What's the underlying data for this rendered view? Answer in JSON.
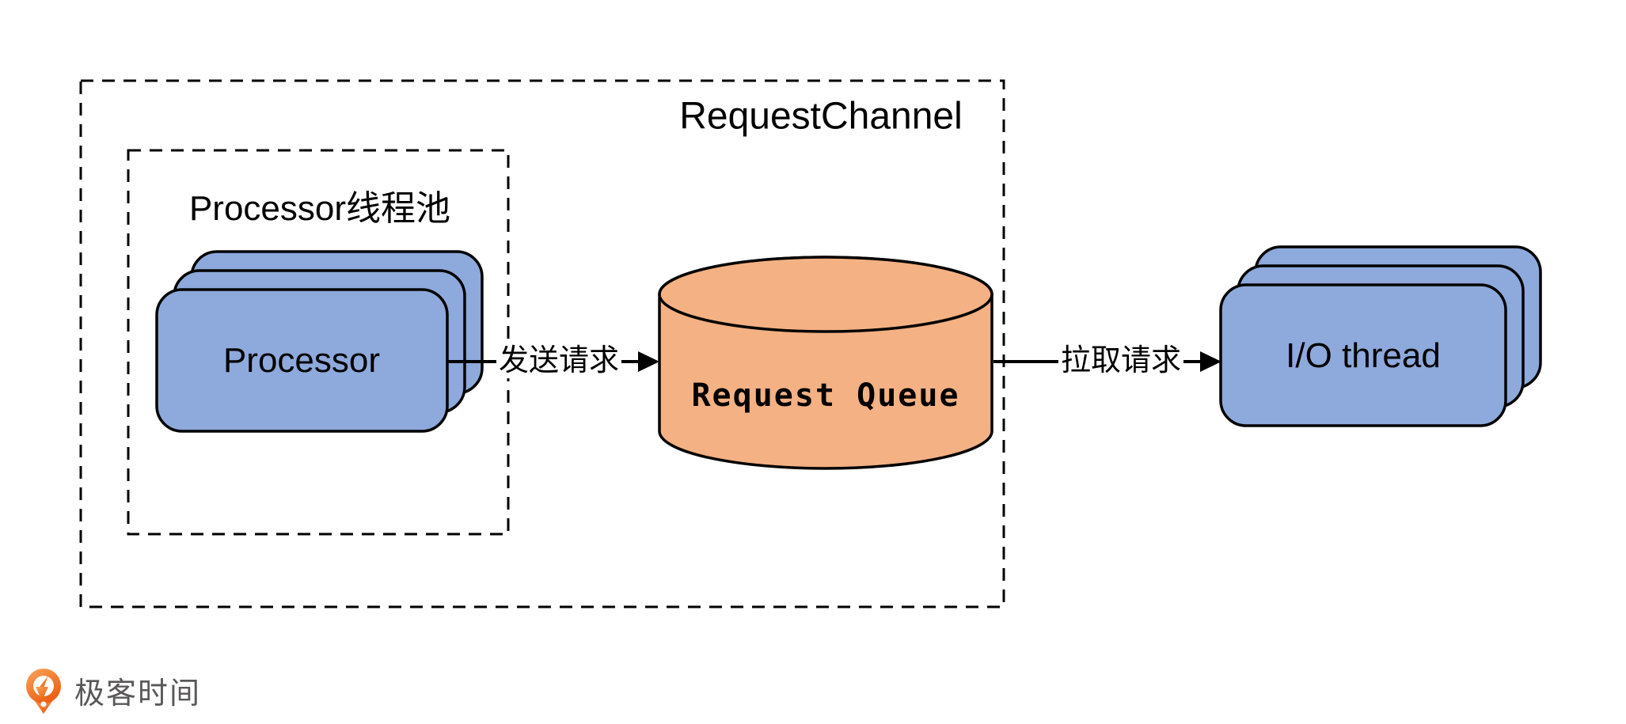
{
  "request_channel": {
    "title": "RequestChannel"
  },
  "processor_pool": {
    "title": "Processor线程池",
    "card_label": "Processor"
  },
  "request_queue": {
    "label": "Request Queue"
  },
  "io_threads": {
    "card_label": "I/O thread"
  },
  "arrows": {
    "send_label": "发送请求",
    "pull_label": "拉取请求"
  },
  "footer": {
    "brand": "极客时间"
  },
  "colors": {
    "card_blue": "#8EA9DB",
    "queue_orange": "#F4B183",
    "outline": "#000000",
    "brand_orange_start": "#F9A55A",
    "brand_orange_end": "#EC5E12",
    "brand_text": "#595757"
  }
}
